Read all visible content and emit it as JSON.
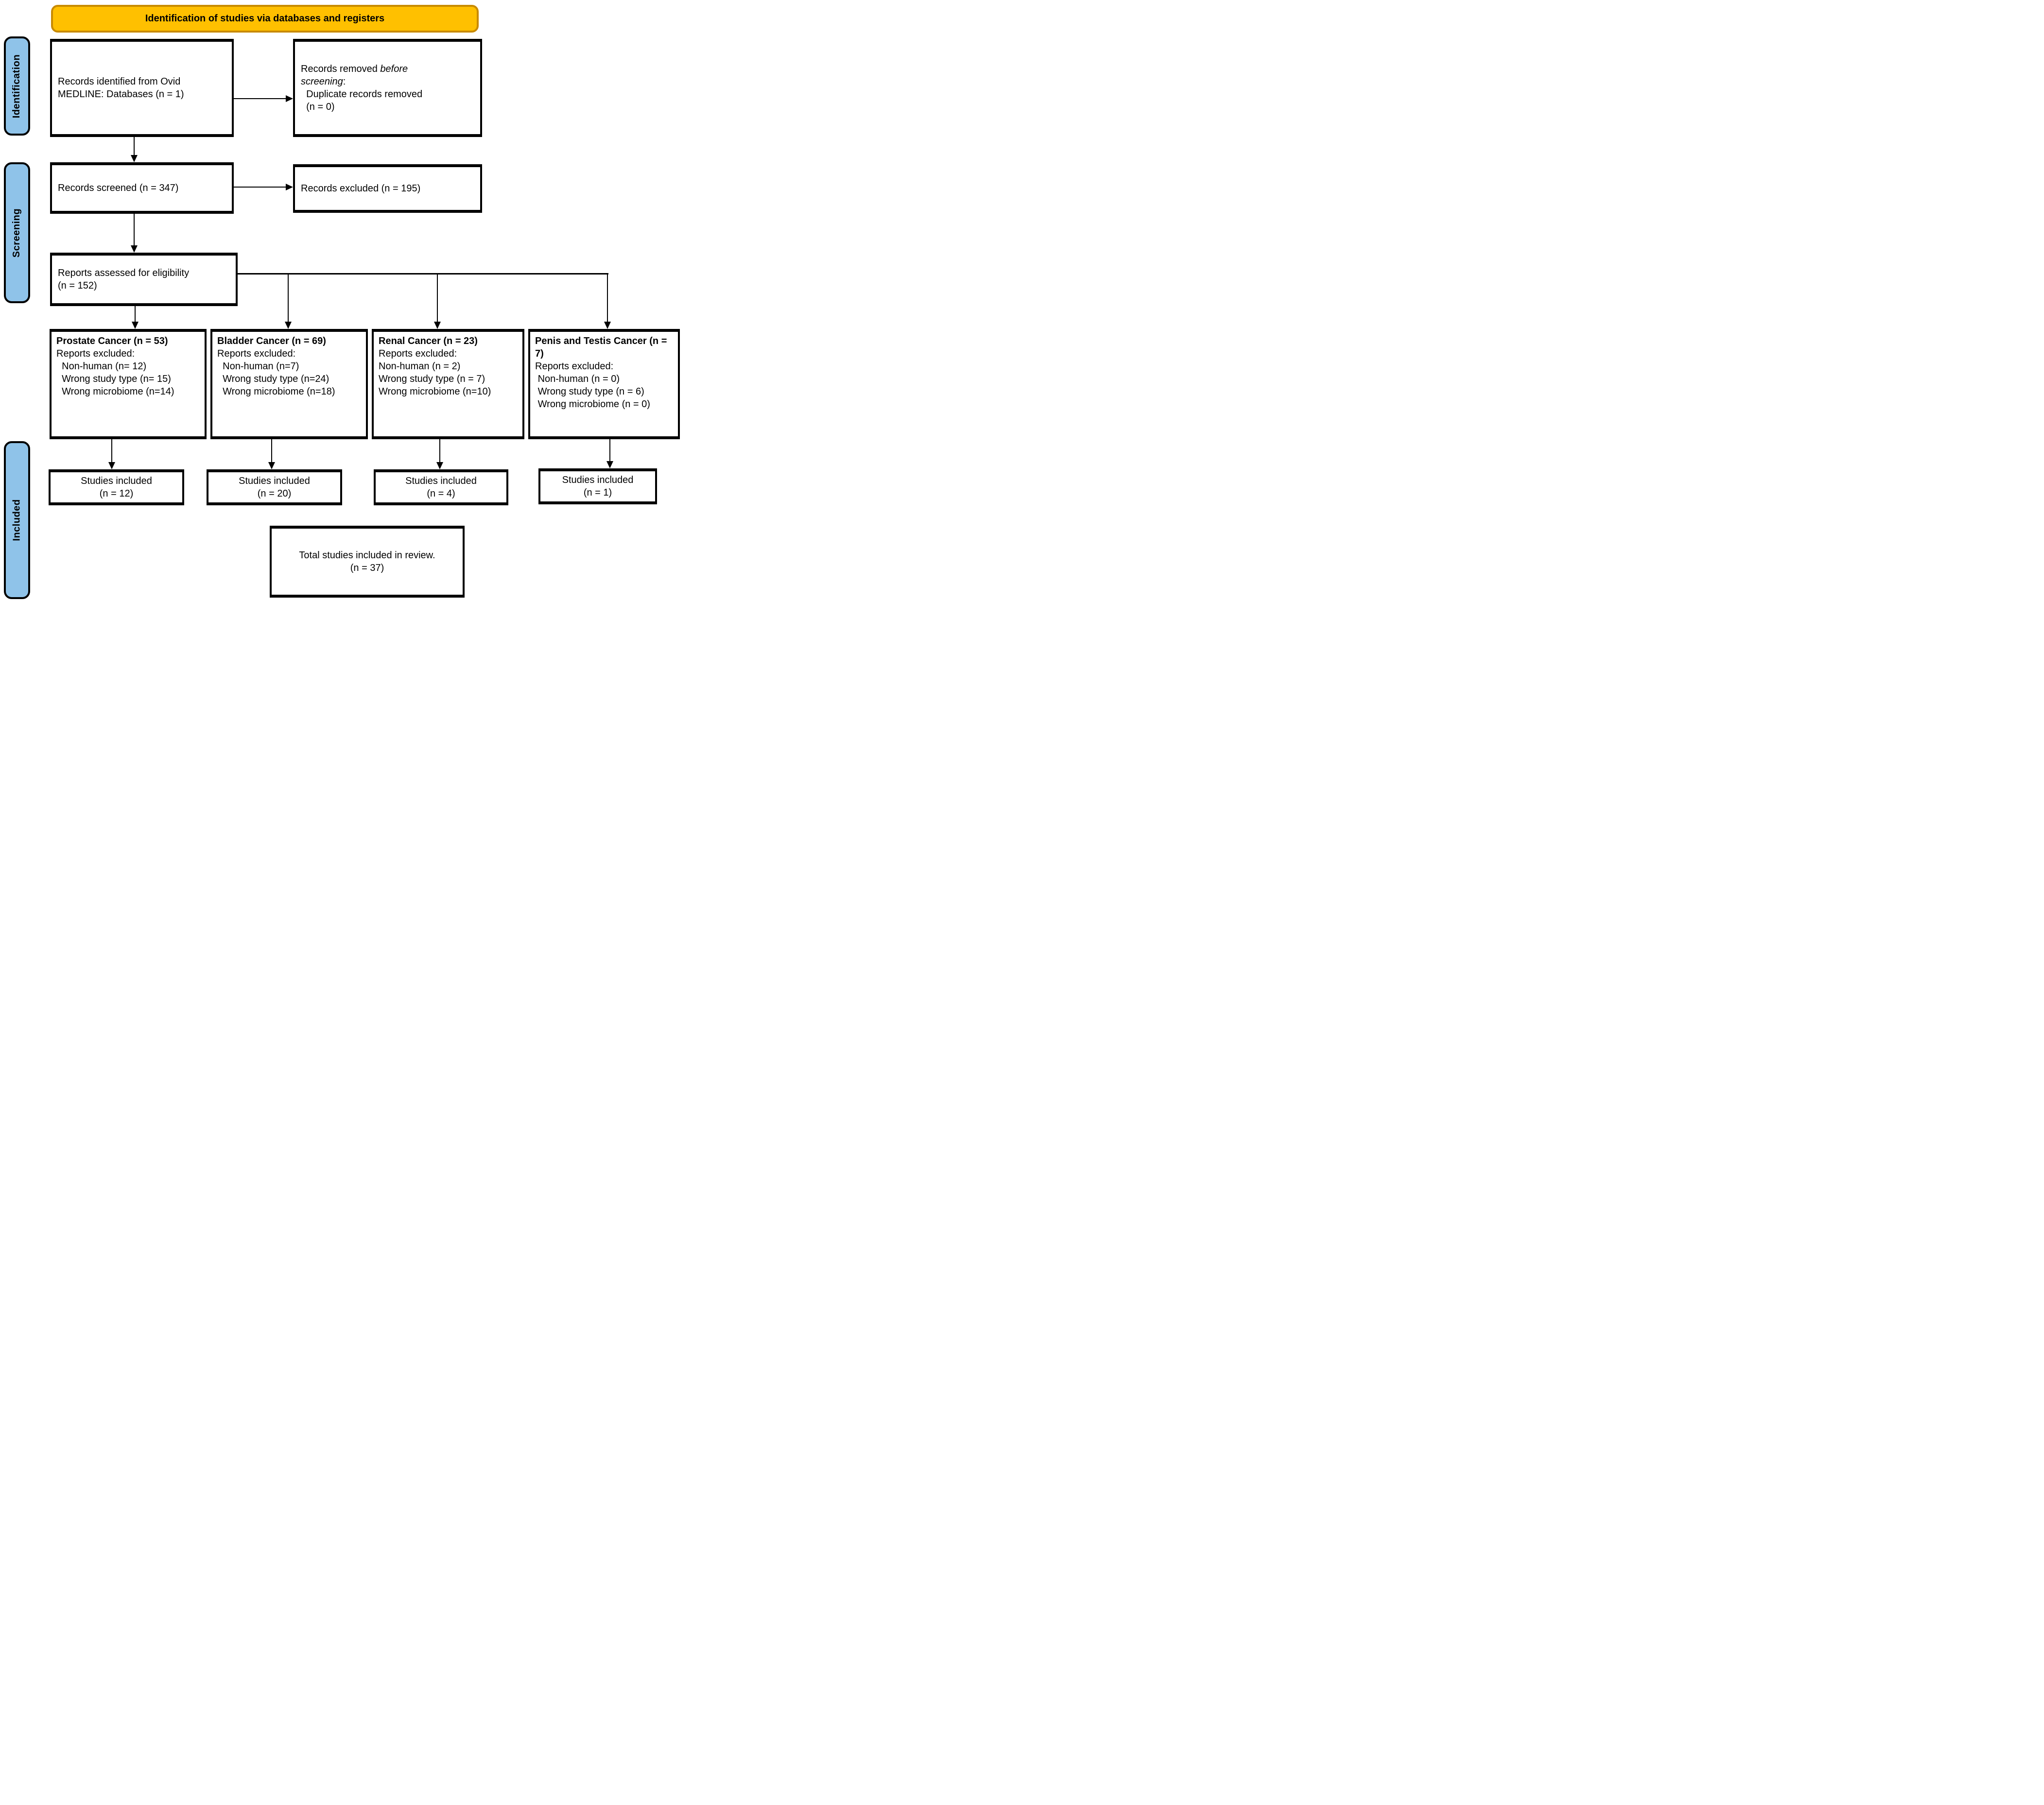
{
  "banner": {
    "label": "Identification of studies via databases and registers"
  },
  "colors": {
    "banner_fill": "#FFC000",
    "banner_border": "#C88A00",
    "stage_fill": "#8FC3E9",
    "line": "#000000"
  },
  "stages": {
    "identification": "Identification",
    "screening": "Screening",
    "included": "Included"
  },
  "boxes": {
    "records_identified": {
      "lines": [
        "Records identified from Ovid",
        "MEDLINE: Databases (n = 1)"
      ]
    },
    "records_removed": {
      "prefix": "Records removed ",
      "italic": "before screening",
      "suffix": ":",
      "detail_lines": [
        "  Duplicate records removed",
        "  (n = 0)"
      ]
    },
    "records_screened": {
      "label": "Records screened (n = 347)"
    },
    "records_excluded": {
      "label": "Records excluded (n = 195)"
    },
    "reports_assessed": {
      "lines": [
        "Reports assessed for eligibility",
        "(n = 152)"
      ]
    },
    "prostate": {
      "title": "Prostate Cancer (n = 53)",
      "lines": [
        "Reports excluded:",
        "  Non-human (n= 12)",
        "  Wrong study type (n= 15)",
        "  Wrong microbiome (n=14)"
      ]
    },
    "bladder": {
      "title": "Bladder Cancer (n = 69)",
      "lines": [
        "Reports excluded:",
        "  Non-human (n=7)",
        "  Wrong study type (n=24)",
        "  Wrong microbiome (n=18)"
      ]
    },
    "renal": {
      "title": "Renal Cancer (n = 23)",
      "lines": [
        "Reports excluded:",
        "Non-human (n = 2)",
        "Wrong study type (n = 7)",
        "Wrong microbiome (n=10)"
      ]
    },
    "penis_testis": {
      "title": "Penis and Testis Cancer (n = 7)",
      "lines": [
        "Reports excluded:",
        " Non-human (n = 0)",
        " Wrong study type (n = 6)",
        " Wrong microbiome (n = 0)"
      ]
    },
    "included_prostate": {
      "lines": [
        "Studies included",
        "(n = 12)"
      ]
    },
    "included_bladder": {
      "lines": [
        "Studies included",
        "(n = 20)"
      ]
    },
    "included_renal": {
      "lines": [
        "Studies included",
        "(n = 4)"
      ]
    },
    "included_penis": {
      "lines": [
        "Studies included",
        "(n = 1)"
      ]
    },
    "total": {
      "lines": [
        "Total studies included in review.",
        "(n = 37)"
      ]
    }
  }
}
